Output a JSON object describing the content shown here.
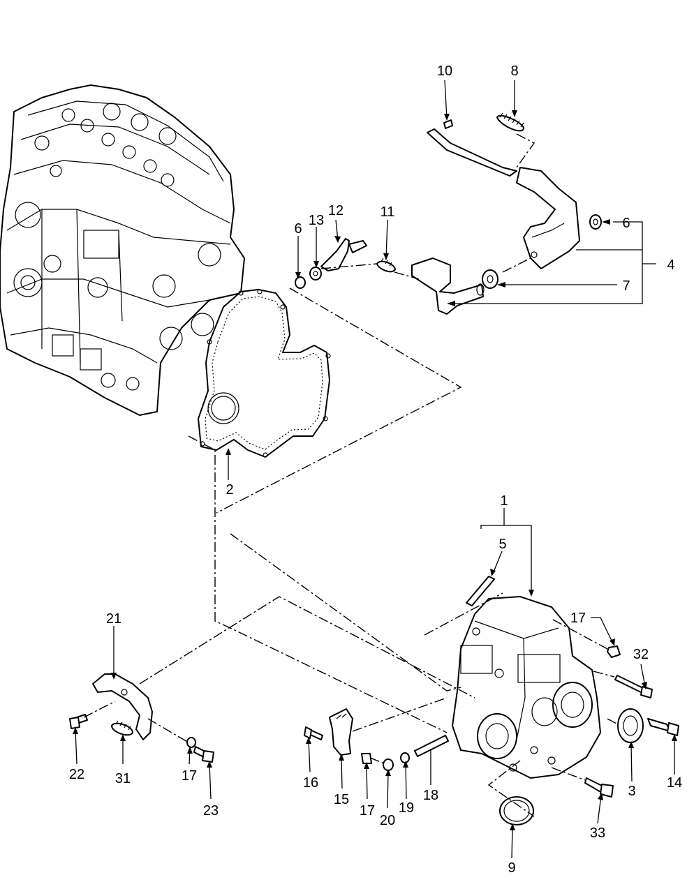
{
  "callouts": {
    "c1": "1",
    "c2": "2",
    "c3": "3",
    "c4": "4",
    "c5": "5",
    "c6a": "6",
    "c6b": "6",
    "c7": "7",
    "c8": "8",
    "c9": "9",
    "c10": "10",
    "c11": "11",
    "c12": "12",
    "c13": "13",
    "c14": "14",
    "c15": "15",
    "c16": "16",
    "c17a": "17",
    "c17b": "17",
    "c17c": "17",
    "c18": "18",
    "c19": "19",
    "c20": "20",
    "c21": "21",
    "c22": "22",
    "c23": "23",
    "c31": "31",
    "c32": "32",
    "c33": "33"
  }
}
